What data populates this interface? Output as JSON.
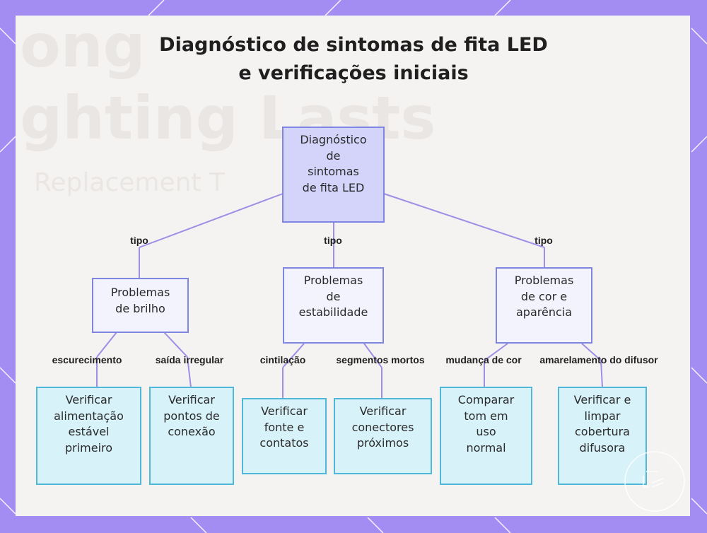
{
  "title": [
    "Diagnóstico de sintomas de fita LED",
    "e verificações iniciais"
  ],
  "background_text": [
    "ong",
    "ghting Lasts",
    "Replacement T"
  ],
  "colors": {
    "frame": "#a38cf2",
    "root_fill": "#d4d4fa",
    "category_border": "#7f86e0",
    "leaf_fill": "#d8f2fa",
    "leaf_border": "#4fb8d8",
    "edge": "#9b8fe6"
  },
  "root": {
    "lines": [
      "Diagnóstico",
      "de",
      "sintomas",
      "de fita LED"
    ]
  },
  "edge_label_type": "tipo",
  "categories": [
    {
      "lines": [
        "Problemas",
        "de brilho"
      ],
      "children": [
        {
          "label": "escurecimento",
          "lines": [
            "Verificar",
            "alimentação",
            "estável",
            "primeiro"
          ]
        },
        {
          "label": "saída irregular",
          "lines": [
            "Verificar",
            "pontos de",
            "conexão"
          ]
        }
      ]
    },
    {
      "lines": [
        "Problemas",
        "de",
        "estabilidade"
      ],
      "children": [
        {
          "label": "cintilação",
          "lines": [
            "Verificar",
            "fonte e",
            "contatos"
          ]
        },
        {
          "label": "segmentos mortos",
          "lines": [
            "Verificar",
            "conectores",
            "próximos"
          ]
        }
      ]
    },
    {
      "lines": [
        "Problemas",
        "de cor e",
        "aparência"
      ],
      "children": [
        {
          "label": "mudança de cor",
          "lines": [
            "Comparar",
            "tom em",
            "uso",
            "normal"
          ]
        },
        {
          "label": "amarelamento do difusor",
          "lines": [
            "Verificar e",
            "limpar",
            "cobertura",
            "difusora"
          ]
        }
      ]
    }
  ]
}
